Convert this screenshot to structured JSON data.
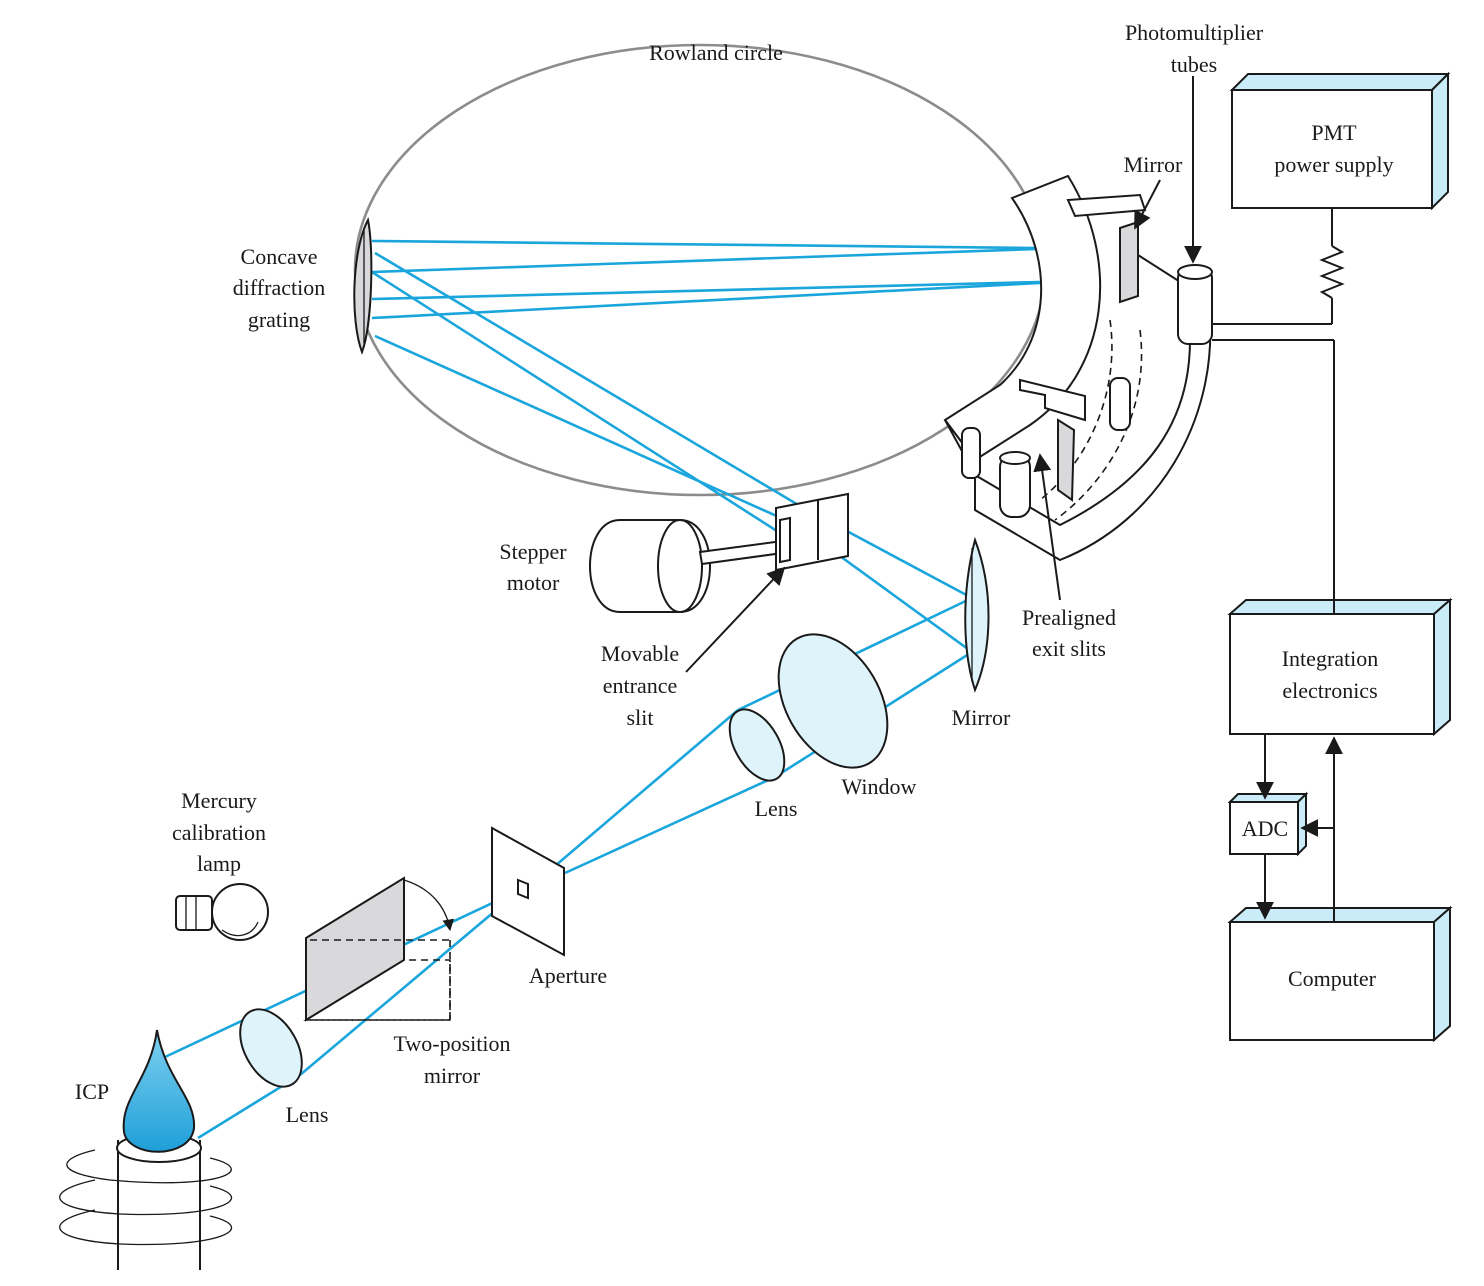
{
  "labels": {
    "rowland_circle": "Rowland circle",
    "grating": [
      "Concave",
      "diffraction",
      "grating"
    ],
    "pmt_tubes": [
      "Photomultiplier",
      "tubes"
    ],
    "top_mirror": "Mirror",
    "pmt_power_supply": [
      "PMT",
      "power supply"
    ],
    "stepper_motor": [
      "Stepper",
      "motor"
    ],
    "movable_entrance_slit": [
      "Movable",
      "entrance",
      "slit"
    ],
    "prealigned_exit_slits": [
      "Prealigned",
      "exit slits"
    ],
    "mirror": "Mirror",
    "window": "Window",
    "lens_upper": "Lens",
    "integration_electronics": [
      "Integration",
      "electronics"
    ],
    "adc": "ADC",
    "computer": "Computer",
    "mercury_lamp": [
      "Mercury",
      "calibration",
      "lamp"
    ],
    "aperture": "Aperture",
    "two_position_mirror": [
      "Two-position",
      "mirror"
    ],
    "icp": "ICP",
    "lens_lower": "Lens"
  },
  "colors": {
    "beam": "#1aa6dc",
    "box_side": "#c9ecf8",
    "glass": "#dff3fb",
    "flame": "#1e9fd8"
  }
}
